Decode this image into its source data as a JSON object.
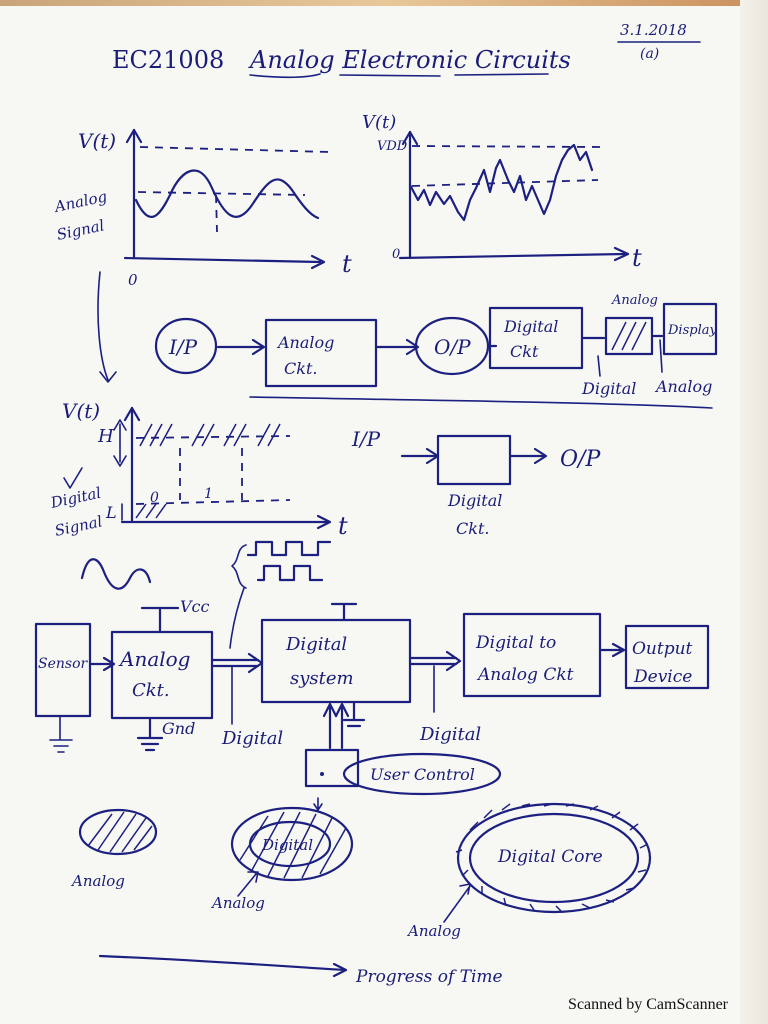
{
  "date": "3.1.2018",
  "page_ref": "(a)",
  "title": {
    "code": "EC21008",
    "subject": "Analog Electronic Circuits"
  },
  "analog_graph": {
    "ylabel": "V(t)",
    "xlabel": "t",
    "origin": "0",
    "side_label": [
      "Analog",
      "Signal"
    ]
  },
  "vdd_graph": {
    "ylabel": "V(t)",
    "vdd": "VDD",
    "xlabel": "t",
    "origin": "0"
  },
  "chain": {
    "input": "I/P",
    "analog_ckt": [
      "Analog",
      "Ckt."
    ],
    "output": "O/P",
    "digital_ckt": [
      "Digital",
      "Ckt"
    ],
    "analog_tag": "Analog",
    "display": "Display",
    "digital_tag": "Digital",
    "analog_tag2": "Analog"
  },
  "digital_graph": {
    "ylabel": "V(t)",
    "high": "H",
    "low": "L",
    "bit0": "0",
    "bit1": "1",
    "xlabel": "t",
    "side_label": [
      "Digital",
      "Signal"
    ]
  },
  "digital_block": {
    "input": "I/P",
    "output": "O/P",
    "label": [
      "Digital",
      "Ckt."
    ]
  },
  "system": {
    "sensor": "Sensor",
    "vcc": "Vcc",
    "analog_ckt": [
      "Analog",
      "Ckt."
    ],
    "gnd": "Gnd",
    "digital_label_1": "Digital",
    "digital_system": [
      "Digital",
      "system"
    ],
    "dac": [
      "Digital to",
      "Analog Ckt"
    ],
    "output_device": [
      "Output",
      "Device"
    ],
    "digital_label_2": "Digital",
    "user_control": "User Control"
  },
  "evolution": {
    "analog_1": "Analog",
    "digital_small": "Digital",
    "analog_2": "Analog",
    "digital_core": "Digital Core",
    "analog_3": "Analog",
    "progress": "Progress of Time"
  },
  "footer": "Scanned by CamScanner"
}
